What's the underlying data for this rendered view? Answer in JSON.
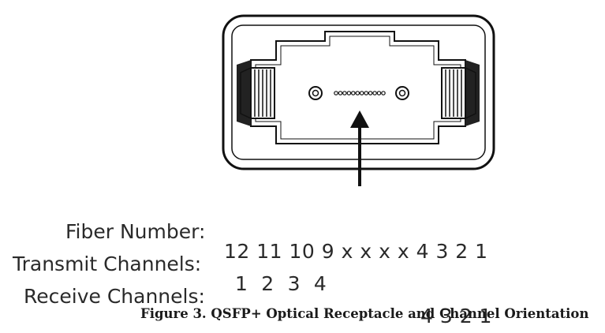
{
  "rows": [
    {
      "label": "Fiber Number:",
      "value": "12 11 10 9 x x x x 4 3 2 1"
    },
    {
      "label": "Transmit Channels:",
      "value": "1  2  3  4"
    },
    {
      "label": "Receive Channels:",
      "value": "4 3 2 1"
    }
  ],
  "caption": "Figure 3. QSFP+ Optical Receptacle and Channel Orientation",
  "colors": {
    "line": "#111111",
    "text": "#2a2a2a"
  },
  "fiber_count": 12
}
